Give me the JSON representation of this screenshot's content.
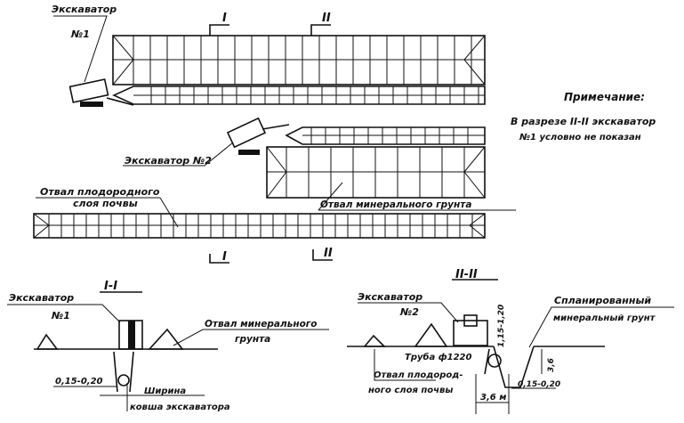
{
  "plan": {
    "excavator1_label": "Экскаватор",
    "excavator1_num": "№1",
    "excavator2_label": "Экскаватор №2",
    "section_I": "I",
    "section_II": "II",
    "topsoil_dump_line1": "Отвал плодородного",
    "topsoil_dump_line2": "слоя почвы",
    "mineral_dump": "Отвал минерального грунта"
  },
  "note": {
    "title": "Примечание:",
    "line1": "В разрезе II-II экскаватор",
    "line2": "№1 условно не показан"
  },
  "section1": {
    "title": "I-I",
    "excavator_label": "Экскаватор",
    "excavator_num": "№1",
    "mineral_dump_line1": "Отвал минерального",
    "mineral_dump_line2": "грунта",
    "depth": "0,15-0,20",
    "width_line1": "Ширина",
    "width_line2": "ковша экскаватора"
  },
  "section2": {
    "title": "II-II",
    "excavator_label": "Экскаватор",
    "excavator_num": "№2",
    "planned_line1": "Спланированный",
    "planned_line2": "минеральный грунт",
    "vertical_dim": "1,15-1,20",
    "pipe": "Труба ф1220",
    "topsoil_line1": "Отвал плодород-",
    "topsoil_line2": "ного слоя почвы",
    "depth": "0,15-0,20",
    "width": "3,6 м",
    "height": "3,6"
  }
}
